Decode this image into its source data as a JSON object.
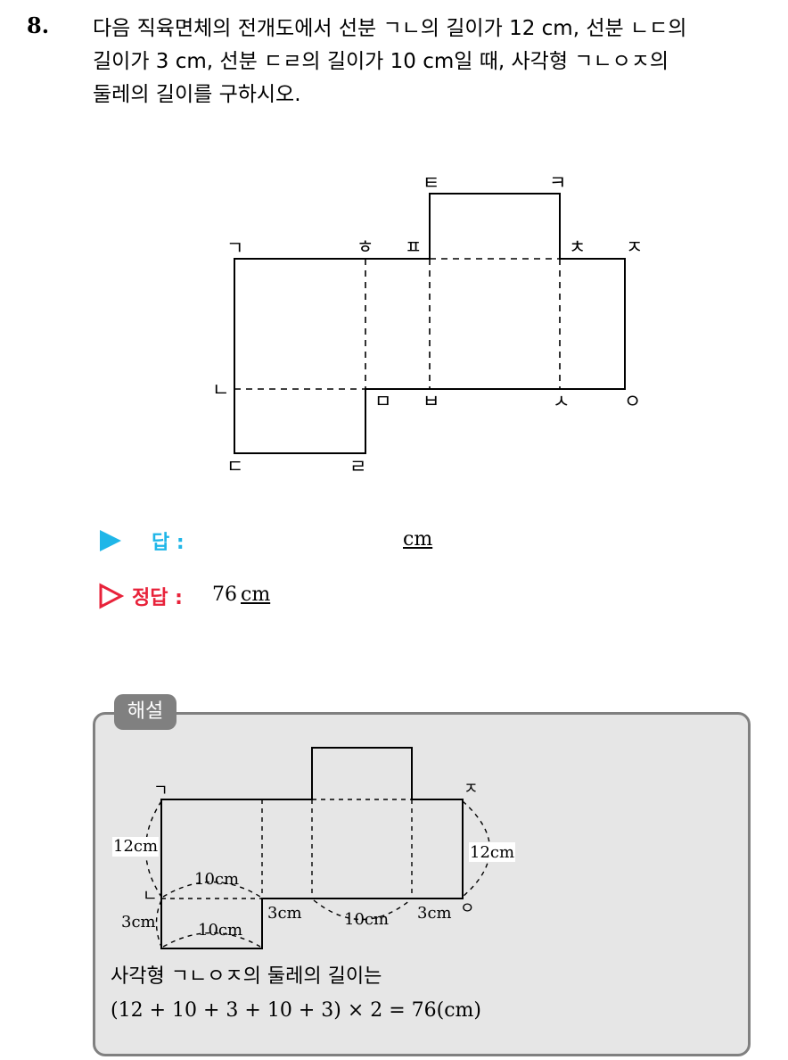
{
  "question": {
    "number": "8.",
    "lines": [
      "다음 직육면체의 전개도에서 선분 ㄱㄴ의 길이가 12 cm, 선분 ㄴㄷ의",
      "길이가 3 cm, 선분 ㄷㄹ의 길이가 10 cm일 때, 사각형 ㄱㄴㅇㅈ의",
      "둘레의 길이를 구하시오."
    ]
  },
  "net_labels": {
    "g": "ㄱ",
    "n": "ㄴ",
    "d": "ㄷ",
    "r": "ㄹ",
    "m": "ㅁ",
    "b": "ㅂ",
    "s": "ㅅ",
    "o": "ㅇ",
    "j": "ㅈ",
    "ch": "ㅊ",
    "k": "ㅋ",
    "t": "ㅌ",
    "p": "ㅍ",
    "h": "ㅎ"
  },
  "answer": {
    "label": "답 :",
    "unit": "cm"
  },
  "correct": {
    "label": "정답 :",
    "value": "76",
    "unit": "cm"
  },
  "explanation": {
    "tab": "해설",
    "diagram_labels": {
      "g": "ㄱ",
      "n": "ㄴ",
      "o": "ㅇ",
      "j": "ㅈ",
      "left_12": "12cm",
      "right_12": "12cm",
      "top_10": "10cm",
      "bottom_10": "10cm",
      "mid_10": "10cm",
      "left_3": "3cm",
      "mid_3a": "3cm",
      "mid_3b": "3cm"
    },
    "line1": "사각형 ㄱㄴㅇㅈ의 둘레의 길이는",
    "line2": "(12 + 10 + 3 + 10 + 3) × 2 = 76(cm)"
  },
  "colors": {
    "answer_accent": "#1fb6e8",
    "correct_accent": "#e8223a",
    "panel_bg": "#e6e6e6",
    "panel_border": "#808080"
  }
}
